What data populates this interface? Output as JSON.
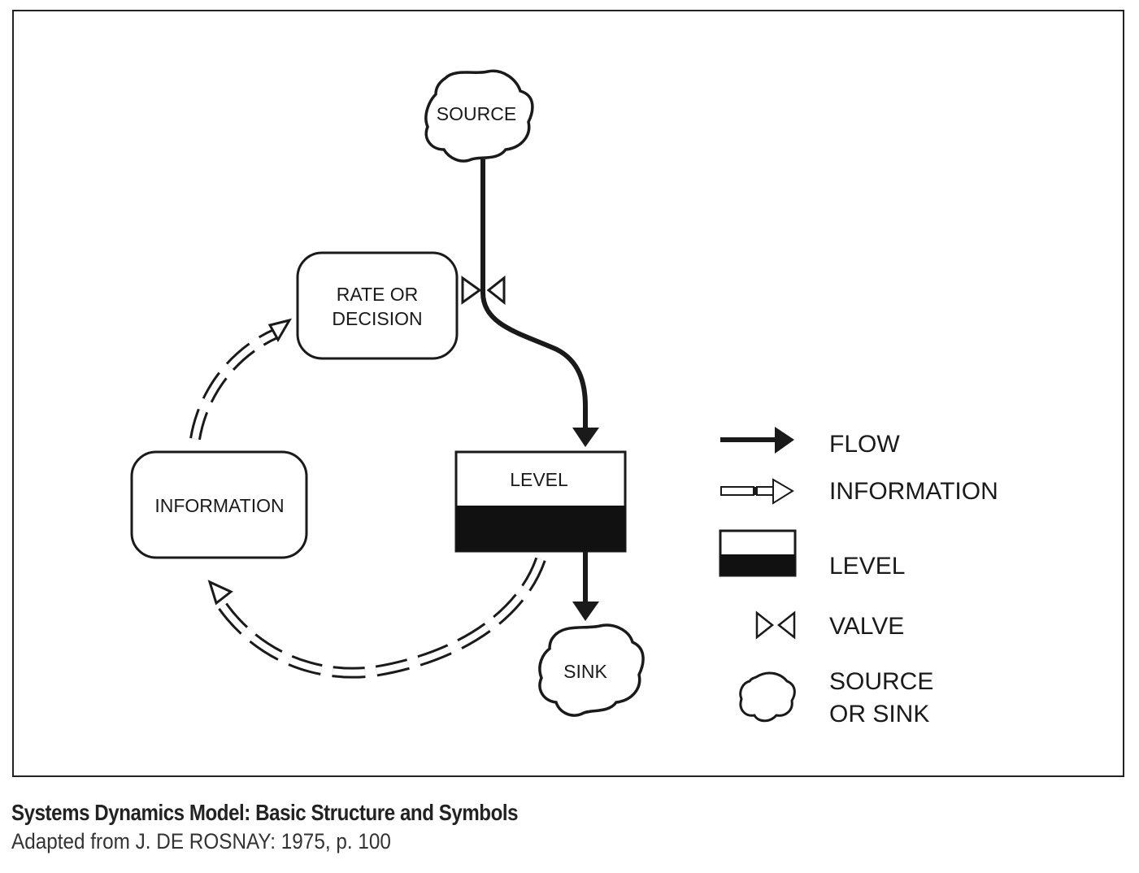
{
  "diagram": {
    "nodes": {
      "source": "SOURCE",
      "rate": [
        "RATE OR",
        "DECISION"
      ],
      "information": "INFORMATION",
      "level": "LEVEL",
      "sink": "SINK"
    },
    "legend": {
      "flow": "FLOW",
      "information": "INFORMATION",
      "level": "LEVEL",
      "valve": "VALVE",
      "source_or_sink": [
        "SOURCE",
        "OR SINK"
      ]
    }
  },
  "caption": {
    "title": "Systems Dynamics Model: Basic Structure and Symbols",
    "subtitle": "Adapted from J. DE ROSNAY: 1975, p. 100"
  }
}
